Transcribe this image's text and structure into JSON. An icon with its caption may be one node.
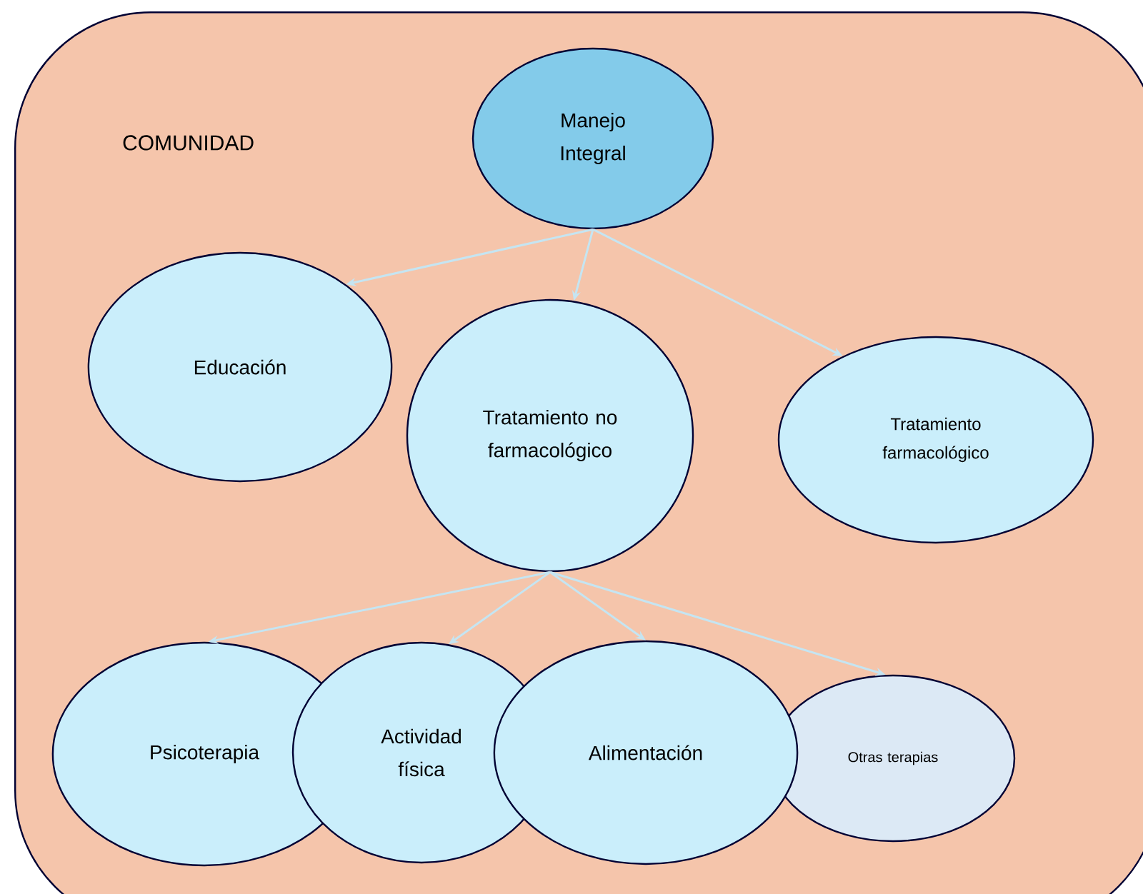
{
  "diagram": {
    "nodes": [
      {
        "text": [
          "COMUNIDAD"
        ]
      },
      {
        "text": [
          "Manejo Integral"
        ],
        "in": 0
      },
      {
        "text": [
          "Educación"
        ],
        "in": 0
      },
      {
        "text": [
          "Tratamiento no farmacológico"
        ],
        "in": 0
      },
      {
        "text": [
          "Tratamiento farmacológico"
        ],
        "in": 0
      },
      {
        "text": [
          "Psicoterapia"
        ],
        "in": 0
      },
      {
        "text": [
          "Actividad física"
        ],
        "in": 0
      },
      {
        "text": [
          "Alimentación"
        ],
        "in": 0
      },
      {
        "text": [
          "Otras terapias"
        ],
        "in": 0
      }
    ],
    "edges": [
      {
        "from": 1,
        "to": 2,
        "arrow": "to"
      },
      {
        "from": 1,
        "to": 3,
        "arrow": "to"
      },
      {
        "from": 1,
        "to": 4,
        "arrow": "to"
      },
      {
        "from": 3,
        "to": 5,
        "arrow": "to"
      },
      {
        "from": 3,
        "to": 6,
        "arrow": "to"
      },
      {
        "from": 3,
        "to": 7,
        "arrow": "to"
      },
      {
        "from": 3,
        "to": 8,
        "arrow": "to"
      }
    ]
  }
}
